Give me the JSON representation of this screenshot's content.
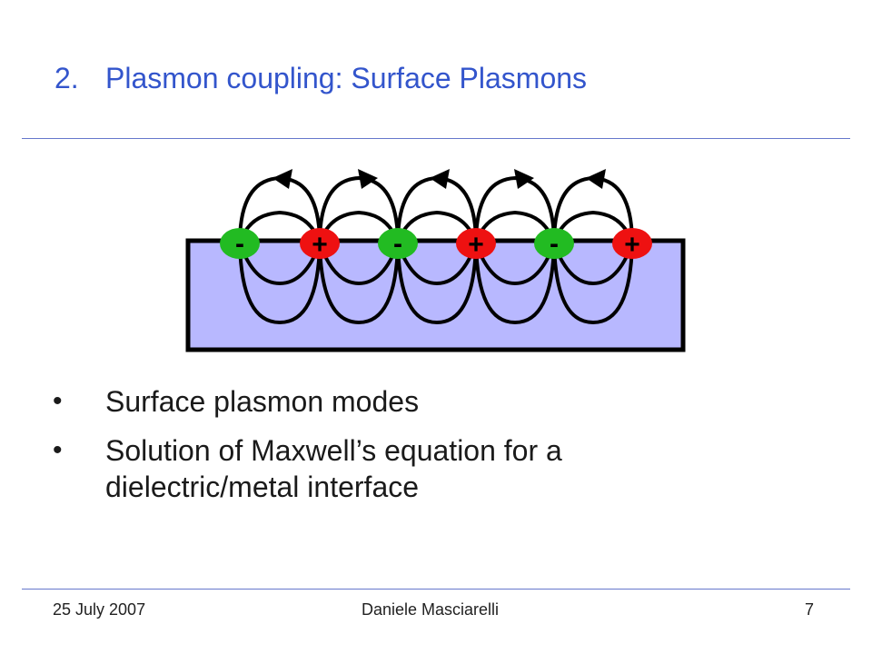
{
  "slide": {
    "title_number": "2.",
    "title_text": "Plasmon coupling: Surface Plasmons",
    "bullets": [
      {
        "marker": "•",
        "text": "Surface plasmon modes"
      },
      {
        "marker": "•",
        "text": "Solution of Maxwell’s equation for a dielectric/metal interface"
      }
    ],
    "footer": {
      "date": "25 July 2007",
      "author": "Daniele Masciarelli",
      "page": "7"
    }
  },
  "figure": {
    "charges": [
      "-",
      "+",
      "-",
      "+",
      "-",
      "+"
    ],
    "colors": {
      "metal": "#b8b8ff",
      "negative": "#22bb22",
      "positive": "#ee1111",
      "line": "#000000"
    }
  }
}
